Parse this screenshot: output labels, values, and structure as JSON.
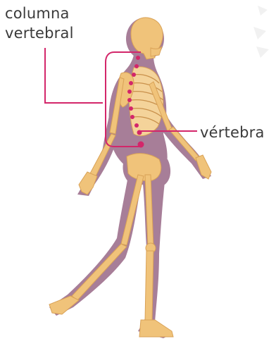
{
  "labels": {
    "columna_line1": "columna",
    "columna_line2": "vertebral",
    "vertebra": "vértebra"
  },
  "colors": {
    "body_silhouette": "#a77e98",
    "bone": "#f0c37a",
    "bone_shade": "#d9a257",
    "leader_line": "#d3266a",
    "vertebra_dot": "#d3266a",
    "text": "#3a3a3a"
  }
}
